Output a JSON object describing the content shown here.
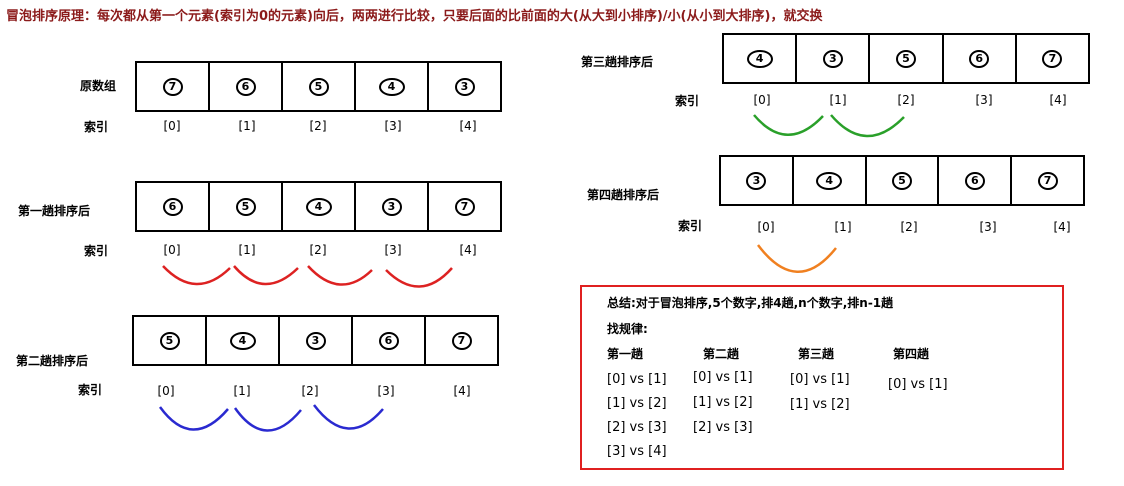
{
  "title": "冒泡排序原理：每次都从第一个元素(索引为0的元素)向后，两两进行比较，只要后面的比前面的大(从大到小排序)/小(从小到大排序)，就交换",
  "index_label": "索引",
  "indices": [
    "[0]",
    "[1]",
    "[2]",
    "[3]",
    "[4]"
  ],
  "arrays": {
    "original": {
      "label": "原数组",
      "values": [
        "7",
        "6",
        "5",
        "4",
        "3"
      ]
    },
    "pass1": {
      "label": "第一趟排序后",
      "values": [
        "6",
        "5",
        "4",
        "3",
        "7"
      ]
    },
    "pass2": {
      "label": "第二趟排序后",
      "values": [
        "5",
        "4",
        "3",
        "6",
        "7"
      ]
    },
    "pass3": {
      "label": "第三趟排序后",
      "values": [
        "4",
        "3",
        "5",
        "6",
        "7"
      ]
    },
    "pass4": {
      "label": "第四趟排序后",
      "values": [
        "3",
        "4",
        "5",
        "6",
        "7"
      ]
    }
  },
  "arc_colors": {
    "pass1": "#dd2222",
    "pass2": "#2a2ad0",
    "pass3": "#2aa02a",
    "pass4": "#f08020"
  },
  "summary": {
    "line1": "总结:对于冒泡排序,5个数字,排4趟,n个数字,排n-1趟",
    "line2": "找规律:",
    "columns": [
      {
        "title": "第一趟",
        "items": [
          "[0] vs [1]",
          "[1] vs [2]",
          "[2] vs [3]",
          "[3] vs [4]"
        ]
      },
      {
        "title": "第二趟",
        "items": [
          "[0] vs [1]",
          "[1] vs [2]",
          "[2] vs [3]"
        ]
      },
      {
        "title": "第三趟",
        "items": [
          "[0] vs [1]",
          "[1] vs [2]"
        ]
      },
      {
        "title": "第四趟",
        "items": [
          "[0] vs [1]"
        ]
      }
    ]
  }
}
